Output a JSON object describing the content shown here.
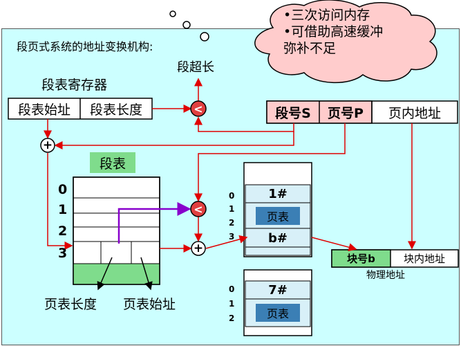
{
  "title": "段页式系统的地址变换机构:",
  "cloud": {
    "line1": "•三次访问内存",
    "line2": "•可借助高速缓冲",
    "line3": "弥补不足"
  },
  "overflow_label": "段超长",
  "seg_register": {
    "label": "段表寄存器",
    "start": "段表始址",
    "length": "段表长度"
  },
  "logical_address": {
    "seg_no": "段号S",
    "page_no": "页号P",
    "offset": "页内地址"
  },
  "segment_table": {
    "label": "段表",
    "rows": [
      "0",
      "1",
      "2",
      "3"
    ],
    "field_length": "页表长度",
    "field_start": "页表始址"
  },
  "page_table_1": {
    "rows": [
      "0",
      "1",
      "2",
      "3"
    ],
    "entry_top": "1#",
    "label": "页表",
    "entry_bottom": "b#"
  },
  "page_table_2": {
    "rows": [
      "0",
      "1",
      "2"
    ],
    "entry_top": "7#",
    "label": "页表"
  },
  "physical_address": {
    "block_no": "块号b",
    "block_offset": "块内地址",
    "label": "物理地址"
  },
  "operators": {
    "compare": "<",
    "add": "+"
  },
  "colors": {
    "panel": "#ccffff",
    "arrow": "#e00000",
    "pointer": "#8800cc",
    "segment_table_label": "#7fdc8c",
    "logical_address_bg": "#ffcccc",
    "page_label_bg": "#3b7fb5",
    "page_entry_highlight": "#d8f0f8"
  }
}
